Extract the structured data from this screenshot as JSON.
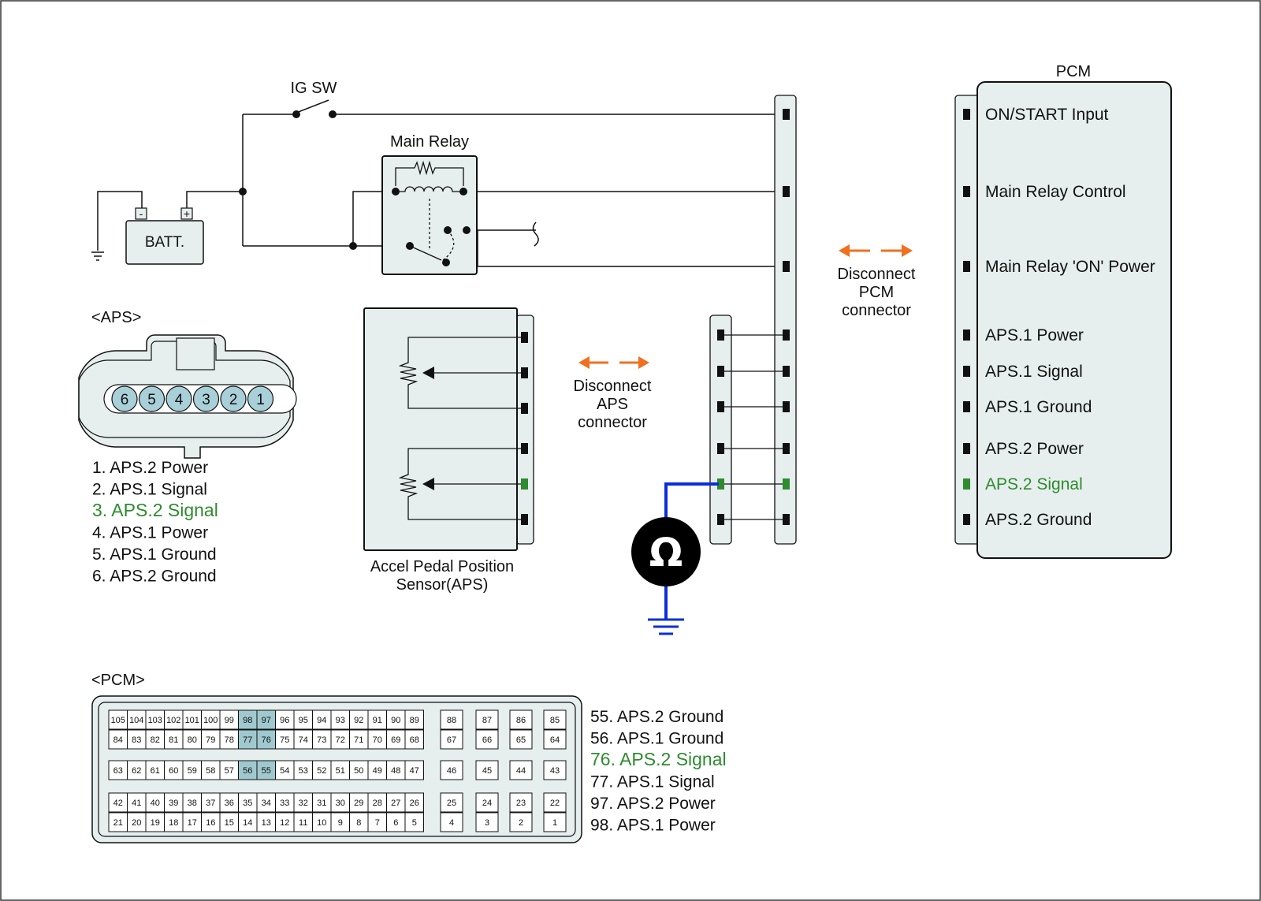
{
  "colors": {
    "highlight_text": "#2e8b2e",
    "probe_wire": "#0b2fd6",
    "disconnect_arrow": "#f07020",
    "panel_fill": "#e6eeee",
    "highlight_cell": "#9fc9cf",
    "connector_pin": "#a9d0d8"
  },
  "circuit": {
    "ig_sw_label": "IG SW",
    "main_relay_label": "Main Relay",
    "battery_label": "BATT.",
    "battery_neg": "-",
    "battery_pos": "+"
  },
  "pcm_box": {
    "title": "PCM",
    "pins": [
      {
        "label": "ON/START Input",
        "highlight": false
      },
      {
        "label": "Main Relay Control",
        "highlight": false
      },
      {
        "label": "Main Relay 'ON' Power",
        "highlight": false
      },
      {
        "label": "APS.1 Power",
        "highlight": false
      },
      {
        "label": "APS.1 Signal",
        "highlight": false
      },
      {
        "label": "APS.1 Ground",
        "highlight": false
      },
      {
        "label": "APS.2 Power",
        "highlight": false
      },
      {
        "label": "APS.2 Signal",
        "highlight": true
      },
      {
        "label": "APS.2 Ground",
        "highlight": false
      }
    ]
  },
  "disconnect_pcm": [
    "Disconnect",
    "PCM",
    "connector"
  ],
  "disconnect_aps": [
    "Disconnect",
    "APS",
    "connector"
  ],
  "aps_sensor_label": [
    "Accel Pedal Position",
    "Sensor(APS)"
  ],
  "ohmmeter_symbol": "Ω",
  "aps_connector": {
    "title": "<APS>",
    "pin_numbers": [
      "6",
      "5",
      "4",
      "3",
      "2",
      "1"
    ],
    "legend": [
      {
        "text": "1. APS.2 Power",
        "highlight": false
      },
      {
        "text": "2. APS.1 Signal",
        "highlight": false
      },
      {
        "text": "3. APS.2 Signal",
        "highlight": true
      },
      {
        "text": "4. APS.1 Power",
        "highlight": false
      },
      {
        "text": "5. APS.1 Ground",
        "highlight": false
      },
      {
        "text": "6. APS.2 Ground",
        "highlight": false
      }
    ]
  },
  "pcm_connector": {
    "title": "<PCM>",
    "rows": [
      {
        "main": [
          "105",
          "104",
          "103",
          "102",
          "101",
          "100",
          "99",
          "98",
          "97",
          "96",
          "95",
          "94",
          "93",
          "92",
          "91",
          "90",
          "89"
        ],
        "extra": [
          "88",
          "87",
          "86",
          "85"
        ]
      },
      {
        "main": [
          "84",
          "83",
          "82",
          "81",
          "80",
          "79",
          "78",
          "77",
          "76",
          "75",
          "74",
          "73",
          "72",
          "71",
          "70",
          "69",
          "68"
        ],
        "extra": [
          "67",
          "66",
          "65",
          "64"
        ]
      },
      {
        "main": [
          "63",
          "62",
          "61",
          "60",
          "59",
          "58",
          "57",
          "56",
          "55",
          "54",
          "53",
          "52",
          "51",
          "50",
          "49",
          "48",
          "47"
        ],
        "extra": [
          "46",
          "45",
          "44",
          "43"
        ]
      },
      {
        "main": [
          "42",
          "41",
          "40",
          "39",
          "38",
          "37",
          "36",
          "35",
          "34",
          "33",
          "32",
          "31",
          "30",
          "29",
          "28",
          "27",
          "26"
        ],
        "extra": [
          "25",
          "24",
          "23",
          "22"
        ]
      },
      {
        "main": [
          "21",
          "20",
          "19",
          "18",
          "17",
          "16",
          "15",
          "14",
          "13",
          "12",
          "11",
          "10",
          "9",
          "8",
          "7",
          "6",
          "5"
        ],
        "extra": [
          "4",
          "3",
          "2",
          "1"
        ]
      }
    ],
    "highlighted_pins": [
      "98",
      "97",
      "77",
      "76",
      "56",
      "55"
    ],
    "legend": [
      {
        "text": "55. APS.2 Ground",
        "highlight": false
      },
      {
        "text": "56. APS.1 Ground",
        "highlight": false
      },
      {
        "text": "76. APS.2 Signal",
        "highlight": true
      },
      {
        "text": "77. APS.1 Signal",
        "highlight": false
      },
      {
        "text": "97. APS.2 Power",
        "highlight": false
      },
      {
        "text": "98. APS.1 Power",
        "highlight": false
      }
    ]
  }
}
